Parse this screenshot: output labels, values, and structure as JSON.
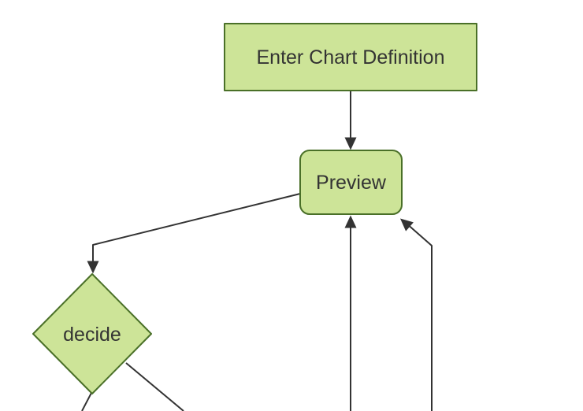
{
  "diagram": {
    "type": "flowchart",
    "direction": "top-down",
    "background": "#ffffff",
    "colors": {
      "node_fill": "#cde498",
      "node_border": "#4a7028",
      "edge_color": "#333333",
      "text_color": "#333333"
    },
    "nodes": [
      {
        "id": "enter-chart-definition",
        "label": "Enter Chart Definition",
        "shape": "rectangle"
      },
      {
        "id": "preview",
        "label": "Preview",
        "shape": "rounded-rectangle"
      },
      {
        "id": "decide",
        "label": "decide",
        "shape": "diamond"
      }
    ],
    "edges": [
      {
        "from": "enter-chart-definition",
        "to": "preview",
        "arrowhead": "into-preview-top"
      },
      {
        "from": "preview",
        "to": "decide",
        "arrowhead": "into-decide-top"
      },
      {
        "from": "offscreen-bottom-center",
        "to": "preview",
        "arrowhead": "into-preview-bottom"
      },
      {
        "from": "offscreen-bottom-right",
        "to": "preview",
        "arrowhead": "into-preview-bottom-right-corner"
      },
      {
        "from": "decide",
        "to": "offscreen-bottom-left",
        "arrowhead": "none-visible"
      },
      {
        "from": "decide",
        "to": "offscreen-bottom-right",
        "arrowhead": "none-visible"
      }
    ]
  }
}
